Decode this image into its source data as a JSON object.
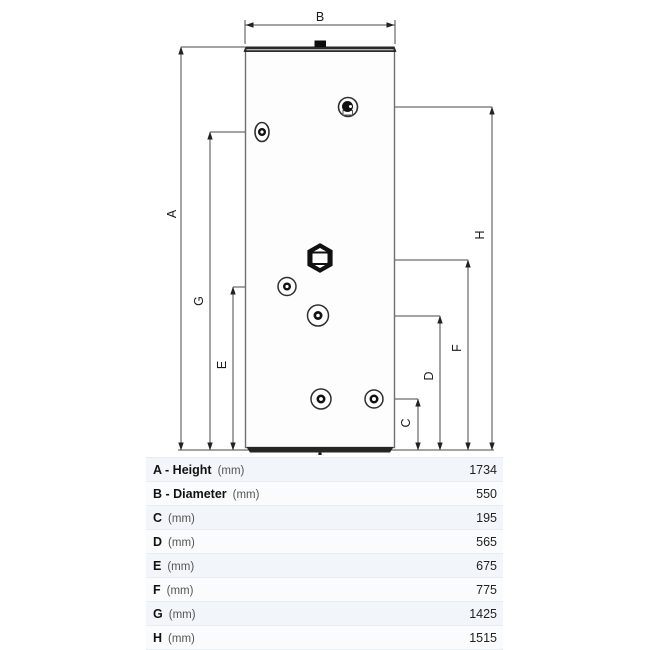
{
  "diagram": {
    "labels": {
      "a": "A",
      "b": "B",
      "c": "C",
      "d": "D",
      "e": "E",
      "f": "F",
      "g": "G",
      "h": "H"
    }
  },
  "table": {
    "rows": [
      {
        "label": "A - Height",
        "unit": "(mm)",
        "value": "1734"
      },
      {
        "label": "B - Diameter",
        "unit": "(mm)",
        "value": "550"
      },
      {
        "label": "C",
        "unit": "(mm)",
        "value": "195"
      },
      {
        "label": "D",
        "unit": "(mm)",
        "value": "565"
      },
      {
        "label": "E",
        "unit": "(mm)",
        "value": "675"
      },
      {
        "label": "F",
        "unit": "(mm)",
        "value": "775"
      },
      {
        "label": "G",
        "unit": "(mm)",
        "value": "1425"
      },
      {
        "label": "H",
        "unit": "(mm)",
        "value": "1515"
      }
    ]
  },
  "colors": {
    "dimension_line": "#4a4a4a",
    "tank_outline": "#6e6e6e",
    "fitting_dark": "#111111",
    "row_odd": "#f2f5f9",
    "row_even": "#f9fbfd"
  }
}
